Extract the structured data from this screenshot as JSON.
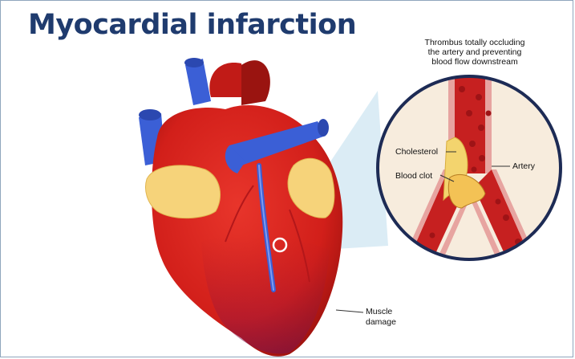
{
  "title": "Myocardial infarction",
  "callout_lines": [
    "Thrombus totally occluding",
    "the artery and preventing",
    "blood flow downstream"
  ],
  "labels": {
    "cholesterol": "Cholesterol",
    "blood_clot": "Blood clot",
    "artery": "Artery",
    "muscle_damage_lines": [
      "Muscle",
      "damage"
    ]
  },
  "colors": {
    "title": "#1f3b6e",
    "heart_red": "#d9211c",
    "dark_red": "#8e1512",
    "vein_blue": "#3b5fd6",
    "fat_yellow": "#f6d37a",
    "lens_bg": "#f7ecdd",
    "lens_ring": "#1d2b55"
  }
}
